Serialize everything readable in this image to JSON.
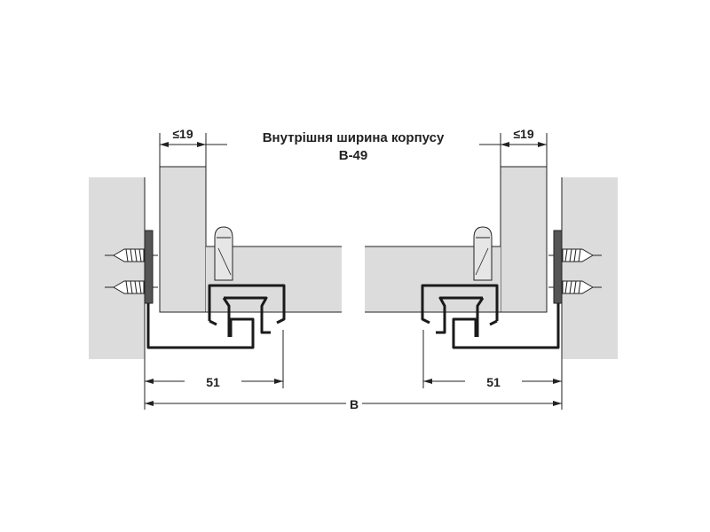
{
  "title_line1": "Внутрішня ширина корпусу",
  "title_line2": "B-49",
  "dim_left_panel": "≤19",
  "dim_right_panel": "≤19",
  "dim_left_rail": "51",
  "dim_right_rail": "51",
  "dim_total": "B",
  "colors": {
    "panel": "#dcdcdc",
    "line": "#1a1a1a"
  }
}
